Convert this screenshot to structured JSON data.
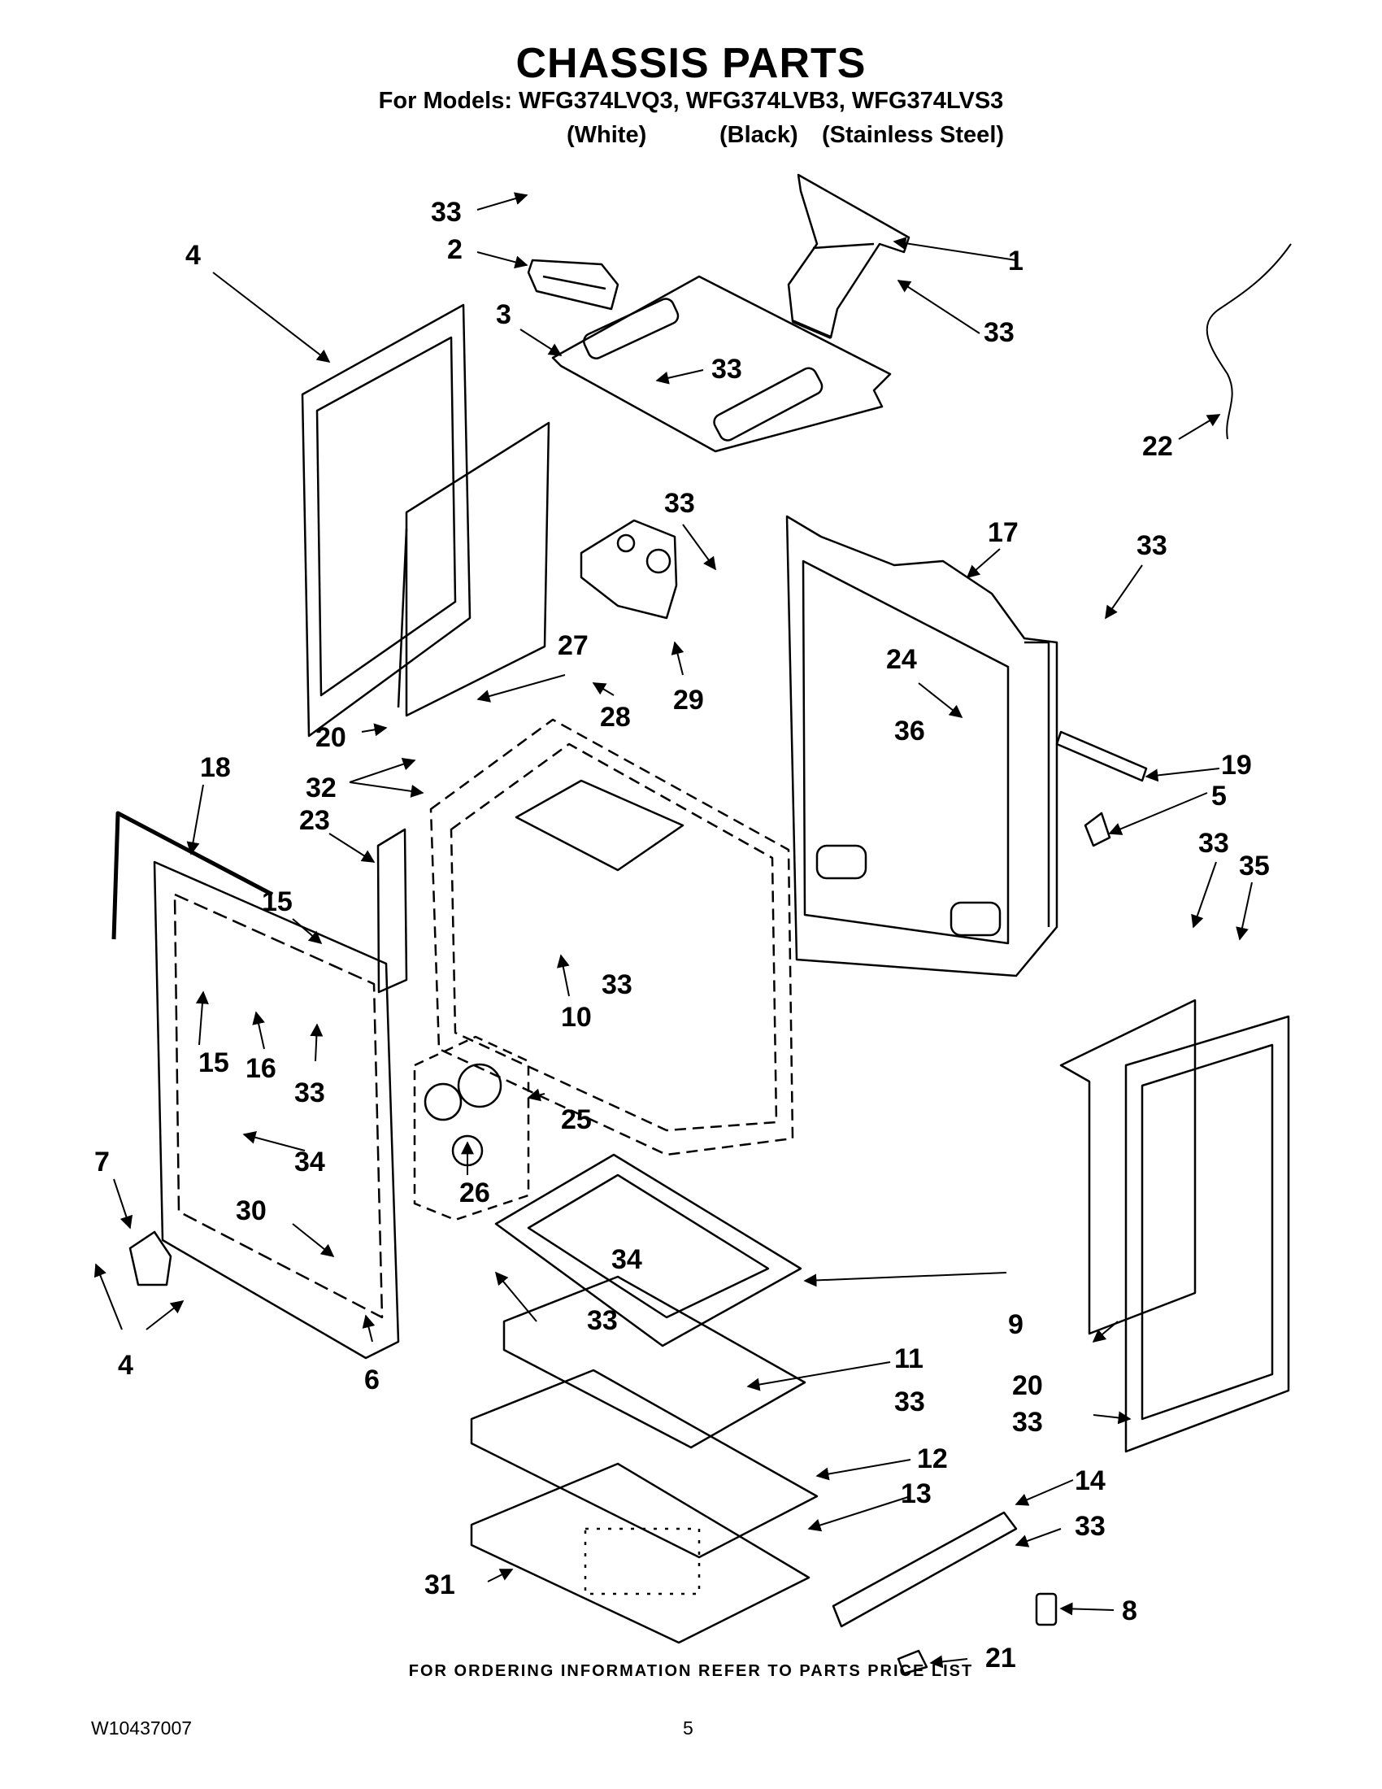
{
  "header": {
    "title": "CHASSIS PARTS",
    "subtitle": "For Models: WFG374LVQ3, WFG374LVB3, WFG374LVS3",
    "color_labels": [
      "(White)",
      "(Black)",
      "(Stainless Steel)"
    ]
  },
  "callouts": [
    "33",
    "2",
    "1",
    "33",
    "4",
    "3",
    "33",
    "22",
    "33",
    "17",
    "33",
    "27",
    "29",
    "24",
    "28",
    "20",
    "36",
    "32",
    "19",
    "18",
    "23",
    "5",
    "33",
    "35",
    "15",
    "33",
    "10",
    "15",
    "16",
    "33",
    "25",
    "7",
    "34",
    "26",
    "30",
    "34",
    "9",
    "33",
    "11",
    "33",
    "20",
    "33",
    "4",
    "6",
    "12",
    "13",
    "14",
    "33",
    "31",
    "21",
    "8"
  ],
  "footer": {
    "note": "FOR ORDERING INFORMATION REFER TO PARTS PRICE LIST",
    "doc_number": "W10437007",
    "page_number": "5"
  },
  "colors": {
    "ink": "#000000",
    "paper": "#ffffff"
  }
}
